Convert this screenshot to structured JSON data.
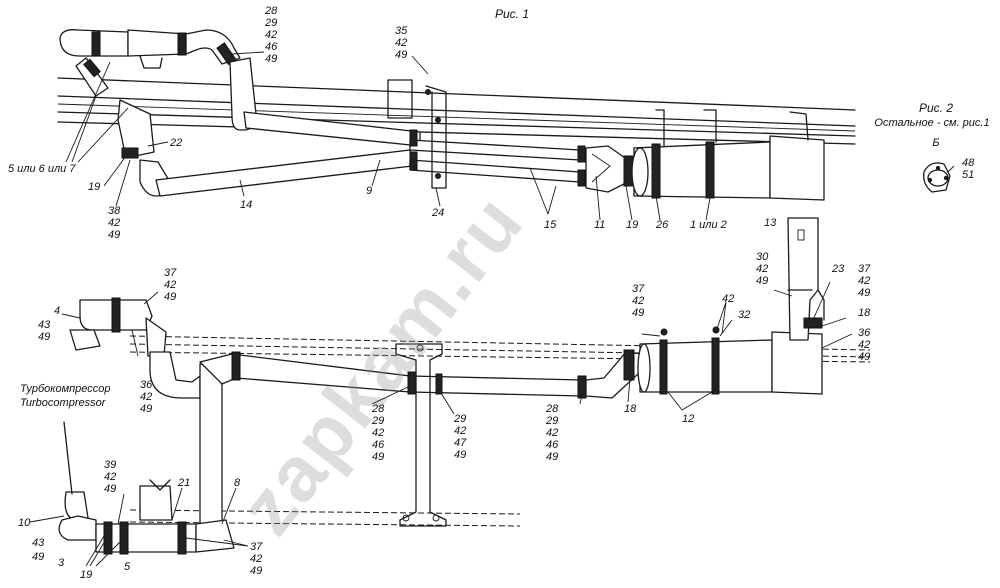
{
  "figures": {
    "fig1": "Рис. 1",
    "fig2": "Рис. 2",
    "fig2_note": "Остальное - см. рис.1",
    "view_b": "Б"
  },
  "watermark": "zapkam.ru",
  "turbo": {
    "ru": "Турбокомпрессор",
    "en": "Turbocompressor"
  },
  "labels": [
    {
      "text": "28"
    },
    {
      "text": "29"
    },
    {
      "text": "42"
    },
    {
      "text": "46"
    },
    {
      "text": "49"
    },
    {
      "text": "35"
    },
    {
      "text": "42"
    },
    {
      "text": "49"
    },
    {
      "text": "22"
    },
    {
      "text": "5 или 6 или 7"
    },
    {
      "text": "19"
    },
    {
      "text": "38"
    },
    {
      "text": "42"
    },
    {
      "text": "49"
    },
    {
      "text": "14"
    },
    {
      "text": "9"
    },
    {
      "text": "24"
    },
    {
      "text": "15"
    },
    {
      "text": "11"
    },
    {
      "text": "19"
    },
    {
      "text": "26"
    },
    {
      "text": "1 или 2"
    },
    {
      "text": "48"
    },
    {
      "text": "51"
    },
    {
      "text": "13"
    },
    {
      "text": "37"
    },
    {
      "text": "42"
    },
    {
      "text": "49"
    },
    {
      "text": "4"
    },
    {
      "text": "43"
    },
    {
      "text": "49"
    },
    {
      "text": "36"
    },
    {
      "text": "42"
    },
    {
      "text": "49"
    },
    {
      "text": "30"
    },
    {
      "text": "42"
    },
    {
      "text": "49"
    },
    {
      "text": "23"
    },
    {
      "text": "37"
    },
    {
      "text": "42"
    },
    {
      "text": "49"
    },
    {
      "text": "18"
    },
    {
      "text": "36"
    },
    {
      "text": "42"
    },
    {
      "text": "49"
    },
    {
      "text": "37"
    },
    {
      "text": "42"
    },
    {
      "text": "49"
    },
    {
      "text": "42"
    },
    {
      "text": "32"
    },
    {
      "text": "28"
    },
    {
      "text": "29"
    },
    {
      "text": "42"
    },
    {
      "text": "46"
    },
    {
      "text": "49"
    },
    {
      "text": "29"
    },
    {
      "text": "42"
    },
    {
      "text": "47"
    },
    {
      "text": "49"
    },
    {
      "text": "28"
    },
    {
      "text": "29"
    },
    {
      "text": "42"
    },
    {
      "text": "46"
    },
    {
      "text": "49"
    },
    {
      "text": "18"
    },
    {
      "text": "12"
    },
    {
      "text": "39"
    },
    {
      "text": "42"
    },
    {
      "text": "49"
    },
    {
      "text": "21"
    },
    {
      "text": "8"
    },
    {
      "text": "10"
    },
    {
      "text": "43"
    },
    {
      "text": "49"
    },
    {
      "text": "3"
    },
    {
      "text": "19"
    },
    {
      "text": "5"
    },
    {
      "text": "37"
    },
    {
      "text": "42"
    },
    {
      "text": "49"
    }
  ]
}
